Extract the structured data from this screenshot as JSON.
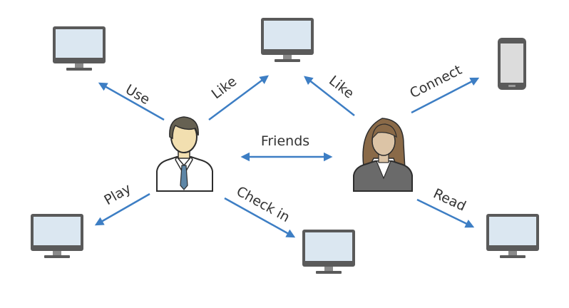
{
  "diagram": {
    "colors": {
      "arrow": "#3d7ec4",
      "device_bezel": "#5a5a5a",
      "device_screen": "#dbe7f1",
      "phone_screen": "#dcdcdc",
      "man_hair": "#666152",
      "man_skin": "#f2dfb0",
      "man_tie": "#5e86a6",
      "woman_hair": "#8a6a48",
      "woman_skin": "#dcc4a6",
      "woman_suit": "#6a6a6a"
    },
    "nodes": {
      "man": {
        "icon": "businessman-icon"
      },
      "woman": {
        "icon": "businesswoman-icon"
      },
      "monitor_top_left": {
        "icon": "monitor-icon"
      },
      "monitor_top_center": {
        "icon": "monitor-icon"
      },
      "phone_top_right": {
        "icon": "smartphone-icon"
      },
      "monitor_bottom_left": {
        "icon": "monitor-icon"
      },
      "monitor_bottom_center": {
        "icon": "monitor-icon"
      },
      "monitor_bottom_right": {
        "icon": "monitor-icon"
      }
    },
    "edges": {
      "use": "Use",
      "like_man": "Like",
      "like_woman": "Like",
      "connect": "Connect",
      "friends": "Friends",
      "play": "Play",
      "check_in": "Check in",
      "read": "Read"
    }
  }
}
